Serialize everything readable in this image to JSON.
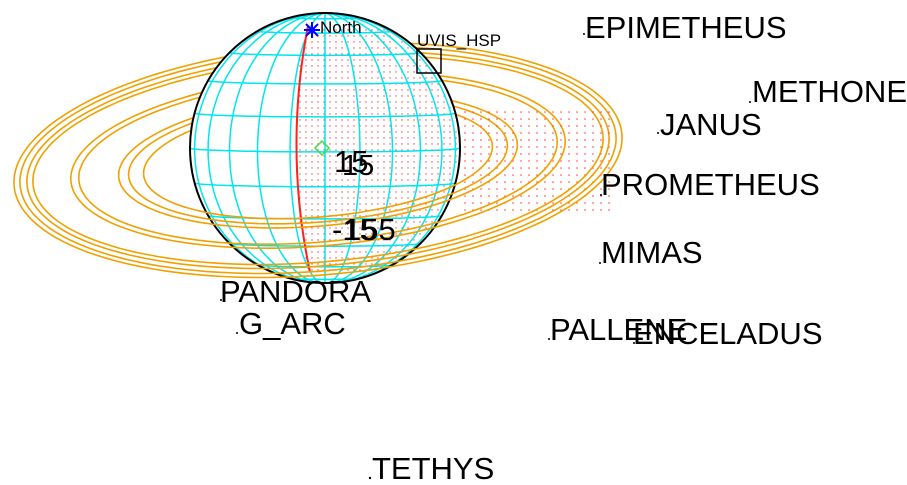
{
  "colors": {
    "background": "#ffffff",
    "rings": "#f0a000",
    "grid": "#00e5ee",
    "limb": "#000000",
    "terminator": "#ff2020",
    "night_dots": "#ff4040",
    "pole_marker": "#0000ff",
    "target_marker": "#44dd44",
    "text": "#000000"
  },
  "planet": {
    "north_label": "North",
    "lat_label_upper": "15",
    "lat_label_lower": "-15",
    "lon_label_upper": "15",
    "lon_label_lower": "155"
  },
  "instrument": {
    "label": "UVIS_HSP"
  },
  "moons": [
    {
      "id": "epimetheus",
      "label": "EPIMETHEUS"
    },
    {
      "id": "methone",
      "label": "METHONE"
    },
    {
      "id": "janus",
      "label": "JANUS"
    },
    {
      "id": "prometheus",
      "label": "PROMETHEUS"
    },
    {
      "id": "mimas",
      "label": "MIMAS"
    },
    {
      "id": "pandora",
      "label": "PANDORA"
    },
    {
      "id": "g-arc",
      "label": "G_ARC"
    },
    {
      "id": "pallene",
      "label": "PALLENE"
    },
    {
      "id": "enceladus",
      "label": "ENCELADUS"
    },
    {
      "id": "tethys",
      "label": "TETHYS"
    }
  ]
}
